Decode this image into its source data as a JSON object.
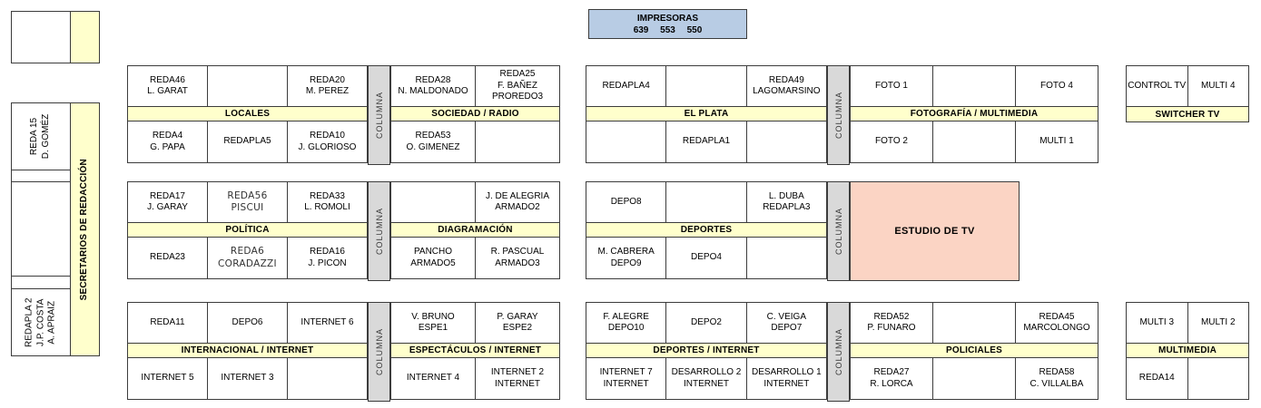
{
  "printers": {
    "title": "IMPRESORAS",
    "numbers": "639 553 550",
    "bg": "#b8cce4"
  },
  "columna_label": "COLUMNA",
  "estudio_label": "ESTUDIO DE TV",
  "colors": {
    "section_band": "#ffffcc",
    "columna": "#d9d9d9",
    "estudio": "#fbd4c4",
    "printers": "#b8cce4",
    "border": "#3c3c3c"
  },
  "left": {
    "secretaries": "SECRETARIOS DE REDACCIÓN",
    "desk_top": "REDA 15\nD. GOMÉZ",
    "desk_bottom": "REDAPLA 2\nJ.P. COSTA\nA. APRAIZ"
  },
  "blocks": {
    "locales": {
      "band": "LOCALES",
      "top": [
        "REDA46\nL. GARAT",
        "",
        "REDA20\nM. PEREZ"
      ],
      "bottom": [
        "REDA4\nG. PAPA",
        "REDAPLA5",
        "REDA10\nJ. GLORIOSO"
      ]
    },
    "sociedad": {
      "band": "SOCIEDAD / RADIO",
      "top": [
        "REDA28\nN. MALDONADO",
        "REDA25\nF. BAÑEZ\nPROREDO3"
      ],
      "bottom": [
        "REDA53\nO. GIMENEZ",
        ""
      ]
    },
    "elplata": {
      "band": "EL PLATA",
      "top": [
        "REDAPLA4",
        "",
        "REDA49\nLAGOMARSINO"
      ],
      "bottom": [
        "",
        "REDAPLA1",
        ""
      ]
    },
    "foto": {
      "band": "FOTOGRAFÍA / MULTIMEDIA",
      "top": [
        "FOTO 1",
        "",
        "FOTO 4"
      ],
      "bottom": [
        "FOTO 2",
        "",
        "MULTI 1"
      ]
    },
    "switcher": {
      "band": "SWITCHER TV",
      "top": [
        "CONTROL TV",
        "MULTI 4"
      ]
    },
    "politica": {
      "band": "POLÍTICA",
      "top": [
        "REDA17\nJ. GARAY",
        "REDA56\nPISCUI",
        "REDA33\nL. ROMOLI"
      ],
      "bottom": [
        "REDA23",
        "REDA6\nCORADAZZI",
        "REDA16\nJ. PICON"
      ]
    },
    "diagramacion": {
      "band": "DIAGRAMACIÓN",
      "top": [
        "",
        "J. DE ALEGRIA\nARMADO2"
      ],
      "bottom": [
        "PANCHO\nARMADO5",
        "R. PASCUAL\nARMADO3"
      ]
    },
    "deportes": {
      "band": "DEPORTES",
      "top": [
        "DEPO8",
        "",
        "L. DUBA\nREDAPLA3"
      ],
      "bottom": [
        "M. CABRERA\nDEPO9",
        "DEPO4",
        ""
      ]
    },
    "internacional": {
      "band": "INTERNACIONAL / INTERNET",
      "top": [
        "REDA11",
        "DEPO6",
        "INTERNET 6"
      ],
      "bottom": [
        "INTERNET 5",
        "INTERNET 3",
        ""
      ]
    },
    "espectaculos": {
      "band": "ESPECTÁCULOS / INTERNET",
      "top": [
        "V. BRUNO\nESPE1",
        "P. GARAY\nESPE2"
      ],
      "bottom": [
        "INTERNET 4",
        "INTERNET 2\nINTERNET"
      ]
    },
    "deportes_internet": {
      "band": "DEPORTES / INTERNET",
      "top": [
        "F. ALEGRE\nDEPO10",
        "DEPO2",
        "C. VEIGA\nDEPO7"
      ],
      "bottom": [
        "INTERNET 7\nINTERNET",
        "DESARROLLO 2\nINTERNET",
        "DESARROLLO 1\nINTERNET"
      ]
    },
    "policiales": {
      "band": "POLICIALES",
      "top": [
        "REDA52\nP. FUNARO",
        "",
        "REDA45\nMARCOLONGO"
      ],
      "bottom": [
        "REDA27\nR. LORCA",
        "",
        "REDA58\nC. VILLALBA"
      ]
    },
    "multimedia": {
      "band": "MULTIMEDIA",
      "top": [
        "MULTI 3",
        "MULTI 2"
      ],
      "bottom": [
        "REDA14",
        ""
      ]
    }
  }
}
